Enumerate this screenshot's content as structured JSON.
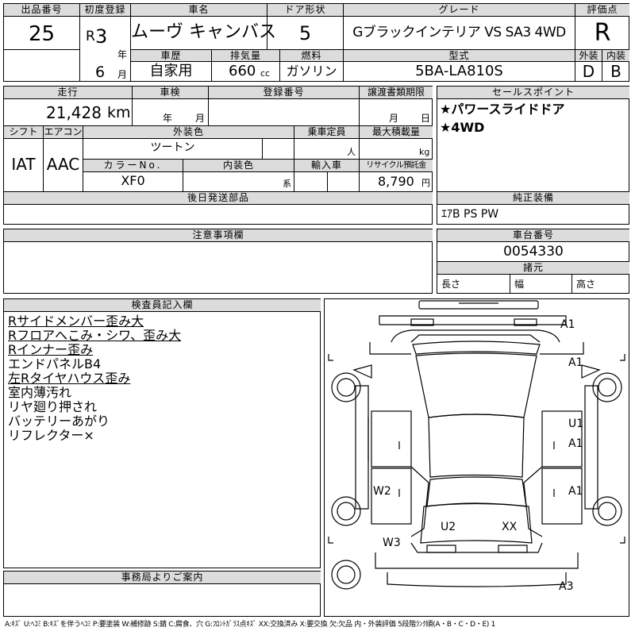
{
  "header": {
    "lot_label": "出品番号",
    "lot_number": "25",
    "first_reg_label": "初度登録",
    "era": "R",
    "year_num": "3",
    "year_suffix": "年",
    "month_num": "6",
    "month_suffix": "月",
    "car_name_label": "車名",
    "car_name": "ムーヴ キャンバス",
    "door_label": "ドア形状",
    "doors": "5",
    "grade_label": "グレード",
    "grade": "Gブラックインテリア VS SA3 4WD",
    "score_label": "評価点",
    "score": "R",
    "history_label": "車歴",
    "history": "自家用",
    "displacement_label": "排気量",
    "displacement": "660",
    "displacement_unit": "cc",
    "fuel_label": "燃料",
    "fuel": "ガソリン",
    "model_label": "型式",
    "model": "5BA-LA810S",
    "exterior_label": "外装",
    "exterior": "D",
    "interior_label": "内装",
    "interior": "B"
  },
  "row2": {
    "mileage_label": "走行",
    "mileage": "21,428",
    "mileage_unit": "km",
    "inspection_label": "車検",
    "insp_year": "年",
    "insp_month": "月",
    "regno_label": "登録番号",
    "doc_label": "譲渡書類期限",
    "doc_month": "月",
    "doc_day": "日",
    "shift_label": "シフト",
    "shift": "IAT",
    "ac_label": "エアコン",
    "ac": "AAC",
    "color_label": "外装色",
    "color": "ツートン",
    "capacity_label": "乗車定員",
    "capacity_unit": "人",
    "load_label": "最大積載量",
    "load_unit": "kg",
    "color_no_label": "カラーNo.",
    "color_no": "XF0",
    "int_color_label": "内装色",
    "int_color_suffix": "系",
    "import_label": "輸入車",
    "recycle_label": "リサイクル預託金",
    "recycle": "8,790",
    "recycle_unit": "円",
    "parts_label": "後日発送部品"
  },
  "sales": {
    "label": "セールスポイント",
    "items": [
      "★パワースライドドア",
      "★4WD"
    ]
  },
  "equipment": {
    "label": "純正装備",
    "value": "ｴｱB PS PW"
  },
  "caution": {
    "label": "注意事項欄"
  },
  "chassis": {
    "label": "車台番号",
    "value": "0054330",
    "dims_label": "諸元",
    "length": "長さ",
    "width": "幅",
    "height": "高さ"
  },
  "inspector": {
    "label": "検査員記入欄",
    "notes": [
      {
        "text": "Rサイドメンバー歪み大",
        "underline": true
      },
      {
        "text": "Rフロアへこみ・シワ、歪み大",
        "underline": true
      },
      {
        "text": "Rインナー歪み",
        "underline": true
      },
      {
        "text": "エンドパネルB4",
        "underline": false
      },
      {
        "text": "左Rタイヤハウス歪み",
        "underline": true
      },
      {
        "text": "室内薄汚れ",
        "underline": false
      },
      {
        "text": "リヤ廻り押され",
        "underline": false
      },
      {
        "text": "バッテリーあがり",
        "underline": false
      },
      {
        "text": "リフレクター×",
        "underline": false
      }
    ]
  },
  "office": {
    "label": "事務局よりご案内"
  },
  "diagram": {
    "marks": [
      "A1",
      "A1",
      "U1",
      "A1",
      "A1",
      "W2",
      "U2",
      "XX",
      "W3",
      "A3"
    ]
  },
  "legend": "A:ｷｽﾞ U:ﾍｺﾐ B:ｷｽﾞを伴うﾍｺﾐ P:要塗装 W:補修跡 S:錆 C:腐食、穴 G:ﾌﾛﾝﾄｶﾞﾗｽ点ｷｽﾞ XX:交換済み X:要交換 欠:欠品 内・外装評価 5段階ﾗﾝｸ順(A・B・C・D・E) 1"
}
